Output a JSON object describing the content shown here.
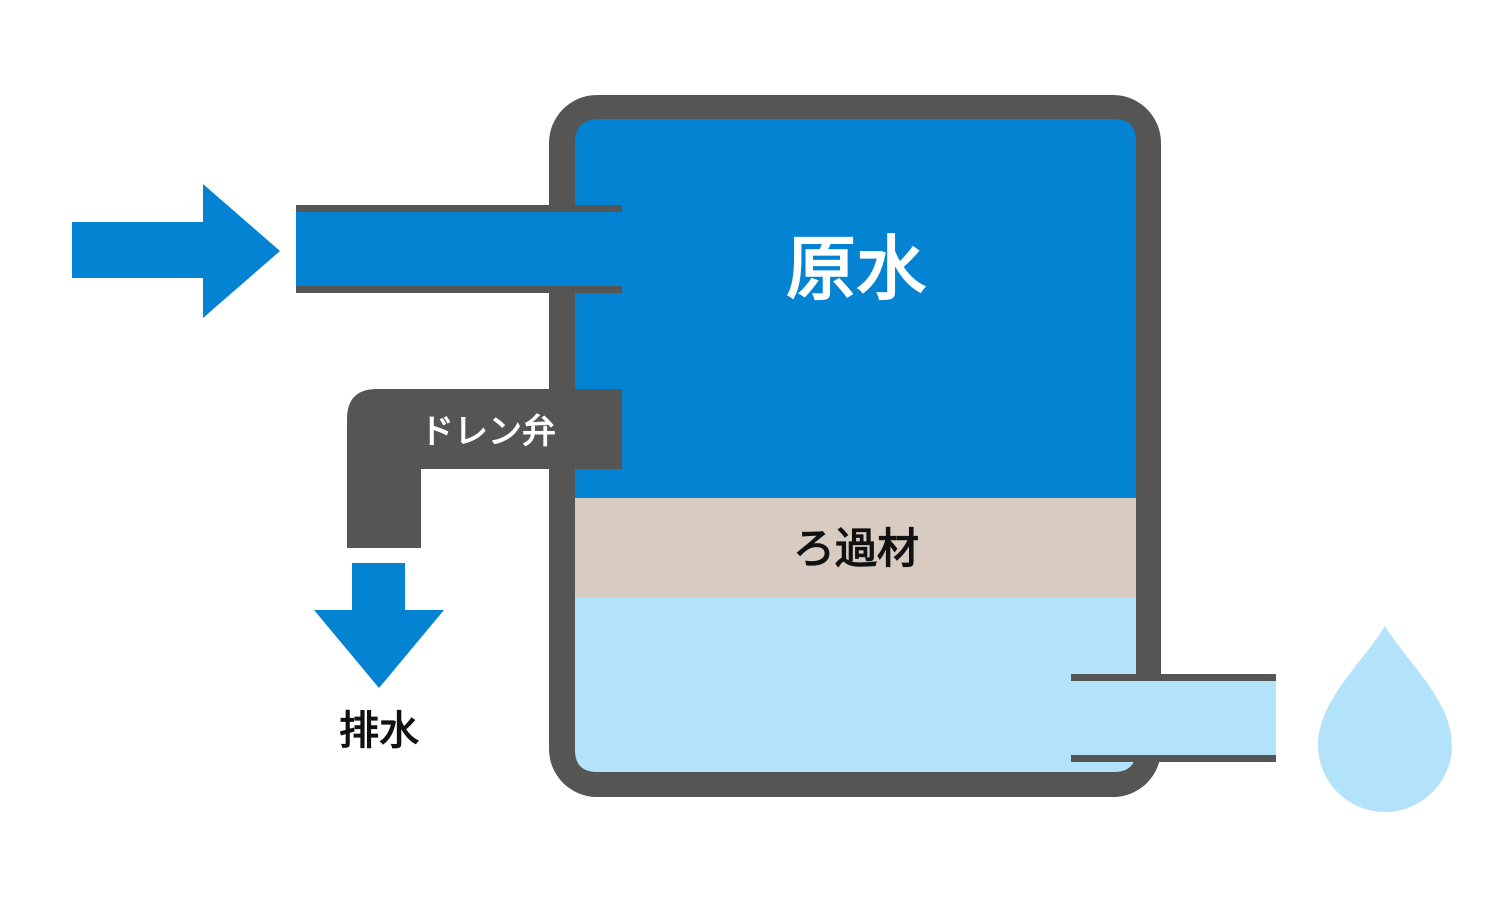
{
  "labels": {
    "raw_water": "原水",
    "filter_media": "ろ過材",
    "drain_valve": "ドレン弁",
    "drainage": "排水"
  },
  "colors": {
    "raw_water": "#0383d1",
    "filtered_water": "#b3e3fb",
    "filter_media": "#d8ccc2",
    "tank_wall": "#555555",
    "arrow": "#0383d1",
    "background": "#ffffff",
    "label_light": "#ffffff",
    "label_dark": "#111111"
  },
  "icons": {
    "inflow": "arrow-right-icon",
    "drain": "arrow-down-icon",
    "output": "water-drop-icon"
  }
}
